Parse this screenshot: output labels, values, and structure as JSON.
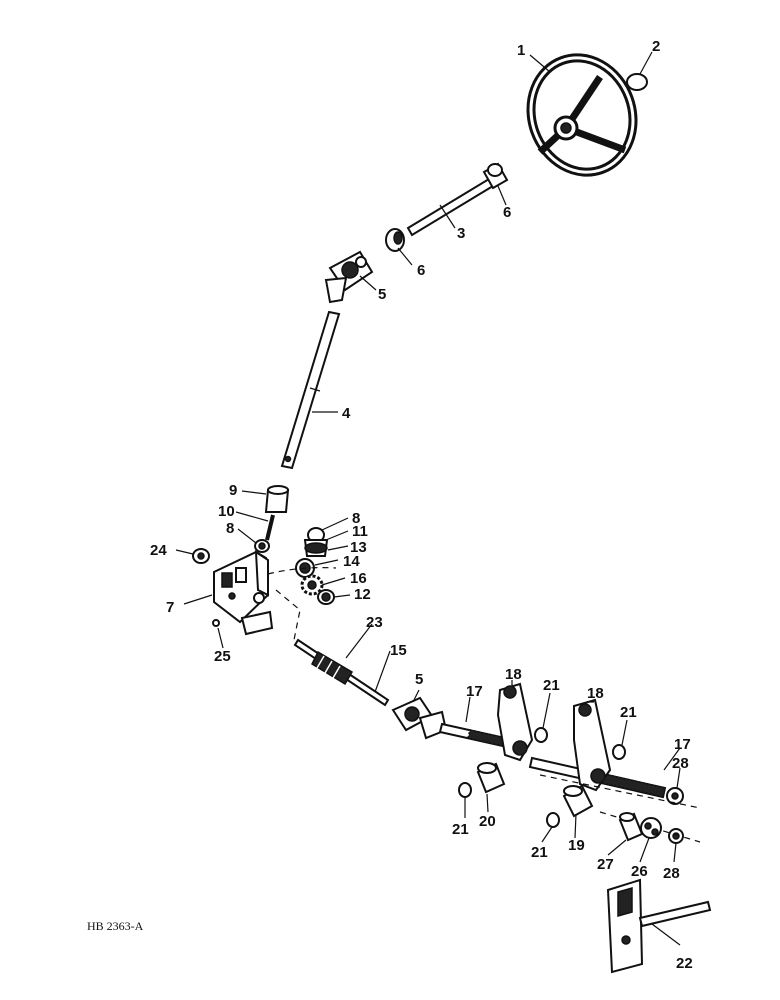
{
  "drawing_code": "HB 2363-A",
  "callouts": [
    "1",
    "2",
    "3",
    "4",
    "5",
    "5",
    "6",
    "6",
    "7",
    "8",
    "8",
    "9",
    "10",
    "11",
    "12",
    "13",
    "14",
    "15",
    "16",
    "17",
    "17",
    "18",
    "18",
    "19",
    "20",
    "21",
    "21",
    "21",
    "21",
    "22",
    "23",
    "24",
    "25",
    "26",
    "27",
    "28",
    "28"
  ]
}
